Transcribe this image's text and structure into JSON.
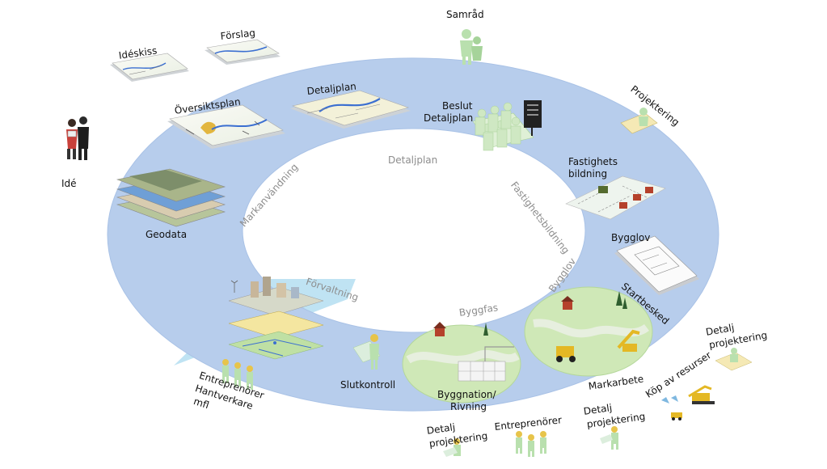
{
  "ring_labels": {
    "markanvandning": "Markanvändning",
    "detaljplan": "Detaljplan",
    "fastighetsbildning": "Fastighetsbildning",
    "bygglov": "Bygglov",
    "byggfas": "Byggfas",
    "forvaltning": "Förvaltning"
  },
  "labels": {
    "ide": "Idé",
    "ideskiss": "Idéskiss",
    "forslag": "Förslag",
    "samrad": "Samråd",
    "oversiktsplan": "Översiktsplan",
    "detaljplan": "Detaljplan",
    "beslut": "Beslut",
    "beslut_detaljplan": "Detaljplan",
    "projektering": "Projektering",
    "fastighets": "Fastighets",
    "bildning": "bildning",
    "geodata": "Geodata",
    "bygglov": "Bygglov",
    "startbesked": "Startbesked",
    "detalj_proj_right_1": "Detalj",
    "detalj_proj_right_2": "projektering",
    "kop_av_resurser": "Köp av resurser",
    "markarbete": "Markarbete",
    "detalj_proj_bottom_1": "Detalj",
    "detalj_proj_bottom_2": "projektering",
    "entreprenorer_bottom": "Entreprenörer",
    "detalj_proj_left_1": "Detalj",
    "detalj_proj_left_2": "projektering",
    "byggnation_1": "Byggnation/",
    "byggnation_2": "Rivning",
    "slutkontroll": "Slutkontroll",
    "entrep_1": "Entreprenörer",
    "entrep_2": "Hantverkare",
    "entrep_3": "mfl"
  },
  "colors": {
    "ring": "#b7cdec",
    "ring_edge": "#a9c2e6",
    "wedge": "#bfe3f3",
    "hill": "#cfe8b7",
    "hill_edge": "#b4d79a",
    "figure": "#b9e0ae",
    "figure_dark": "#8fc784",
    "river": "#3b6fd1"
  }
}
